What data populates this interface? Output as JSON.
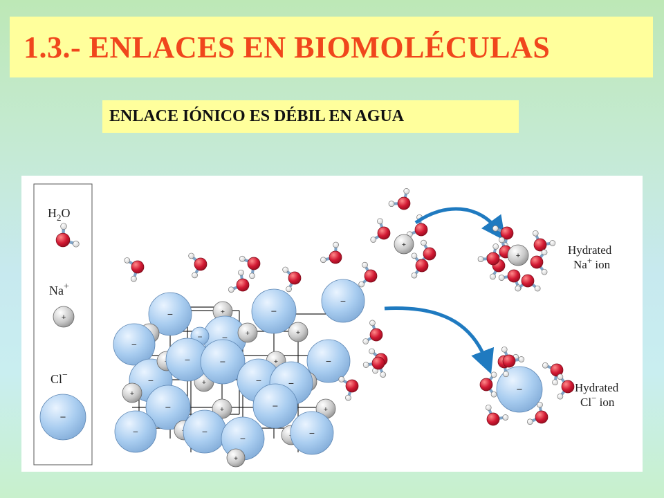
{
  "slide": {
    "title": "1.3.- ENLACES EN BIOMOLÉCULAS",
    "subtitle": "ENLACE IÓNICO ES DÉBIL EN AGUA"
  },
  "legend": {
    "water": {
      "formula": "H",
      "subscript": "2",
      "formula_end": "O"
    },
    "sodium": {
      "symbol": "Na",
      "charge": "+"
    },
    "chloride": {
      "symbol": "Cl",
      "charge": "−"
    }
  },
  "ion_signs": {
    "positive": "+",
    "negative": "−"
  },
  "labels": {
    "hydrated_na": {
      "line1": "Hydrated",
      "line2_symbol": "Na",
      "line2_charge": "+",
      "line2_rest": " ion"
    },
    "hydrated_cl": {
      "line1": "Hydrated",
      "line2_symbol": "Cl",
      "line2_charge": "−",
      "line2_rest": " ion"
    }
  },
  "colors": {
    "title": "#f0461c",
    "title_bg": "#ffff9c",
    "chloride_fill": "#a9cdf0",
    "sodium_fill": "#c8c8c8",
    "oxygen_fill": "#d21933",
    "arrow": "#1f7ac0"
  }
}
